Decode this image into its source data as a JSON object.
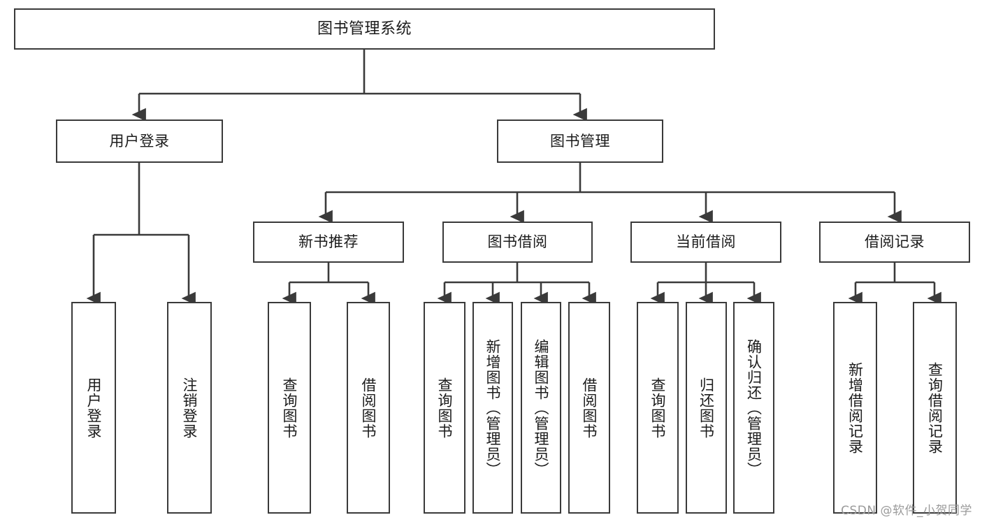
{
  "diagram": {
    "type": "tree",
    "title": "图书管理系统",
    "watermark": "CSDN @软件_小贺同学",
    "colors": {
      "stroke": "#3a3a3a",
      "fill": "#ffffff",
      "text": "#1b1b1b",
      "watermark": "#9a9a9a"
    },
    "nodes": {
      "root": {
        "label": "图书管理系统"
      },
      "level2": [
        {
          "id": "user-login",
          "label": "用户登录"
        },
        {
          "id": "book-manage",
          "label": "图书管理"
        }
      ],
      "level3": [
        {
          "id": "new-book-recommend",
          "label": "新书推荐"
        },
        {
          "id": "book-borrow",
          "label": "图书借阅"
        },
        {
          "id": "current-borrow",
          "label": "当前借阅"
        },
        {
          "id": "borrow-record",
          "label": "借阅记录"
        }
      ],
      "leaves": [
        {
          "id": "leaf-user-login",
          "label": "用户登录",
          "parent": "user-login"
        },
        {
          "id": "leaf-logout",
          "label": "注销登录",
          "parent": "user-login"
        },
        {
          "id": "leaf-query-book-1",
          "label": "查询图书",
          "parent": "new-book-recommend"
        },
        {
          "id": "leaf-borrow-book-1",
          "label": "借阅图书",
          "parent": "new-book-recommend"
        },
        {
          "id": "leaf-query-book-2",
          "label": "查询图书",
          "parent": "book-borrow"
        },
        {
          "id": "leaf-add-book",
          "label": "新增图书（管理员）",
          "parent": "book-borrow"
        },
        {
          "id": "leaf-edit-book",
          "label": "编辑图书（管理员）",
          "parent": "book-borrow"
        },
        {
          "id": "leaf-borrow-book-2",
          "label": "借阅图书",
          "parent": "book-borrow"
        },
        {
          "id": "leaf-query-book-3",
          "label": "查询图书",
          "parent": "current-borrow"
        },
        {
          "id": "leaf-return-book",
          "label": "归还图书",
          "parent": "current-borrow"
        },
        {
          "id": "leaf-confirm-return",
          "label": "确认归还（管理员）",
          "parent": "current-borrow"
        },
        {
          "id": "leaf-add-record",
          "label": "新增借阅记录",
          "parent": "borrow-record"
        },
        {
          "id": "leaf-query-record",
          "label": "查询借阅记录",
          "parent": "borrow-record"
        }
      ]
    }
  }
}
